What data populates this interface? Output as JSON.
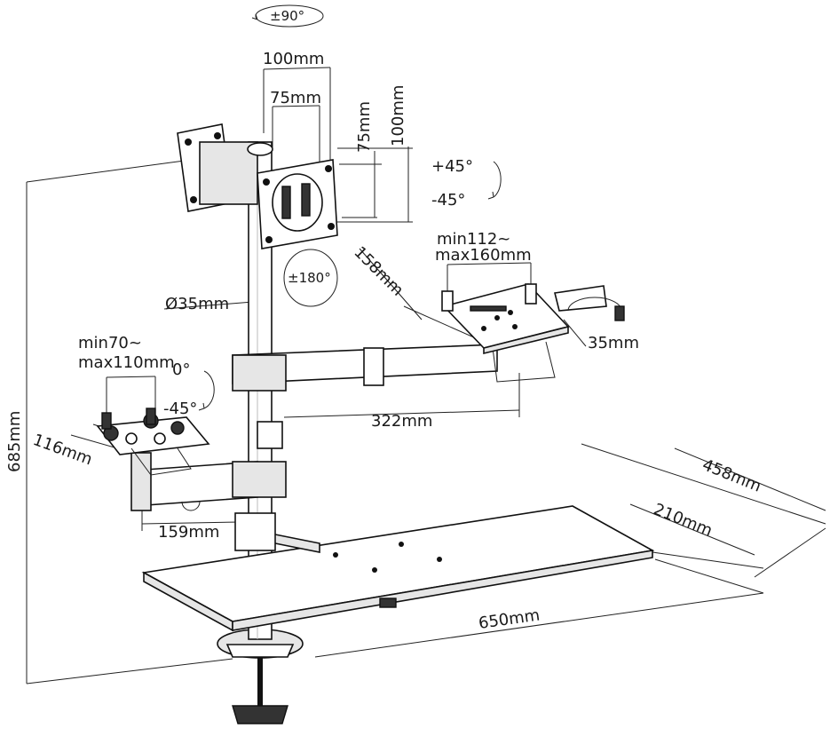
{
  "labels": {
    "rot90": "±90°",
    "w100": "100mm",
    "w75": "75mm",
    "h75": "75mm",
    "h100": "100mm",
    "tilt_plus": "+45°",
    "tilt_minus": "-45°",
    "rot180": "±180°",
    "pole_dia": "Ø35mm",
    "d158": "158mm",
    "laptop_range_1": "min112~",
    "laptop_range_2": "max160mm",
    "d35": "35mm",
    "tablet_range_1": "min70~",
    "tablet_range_2": "max110mm",
    "deg0": "0°",
    "deg_minus45": "-45°",
    "d322": "322mm",
    "d116": "116mm",
    "d685": "685mm",
    "d458": "458mm",
    "d210": "210mm",
    "d159": "159mm",
    "d650": "650mm"
  }
}
